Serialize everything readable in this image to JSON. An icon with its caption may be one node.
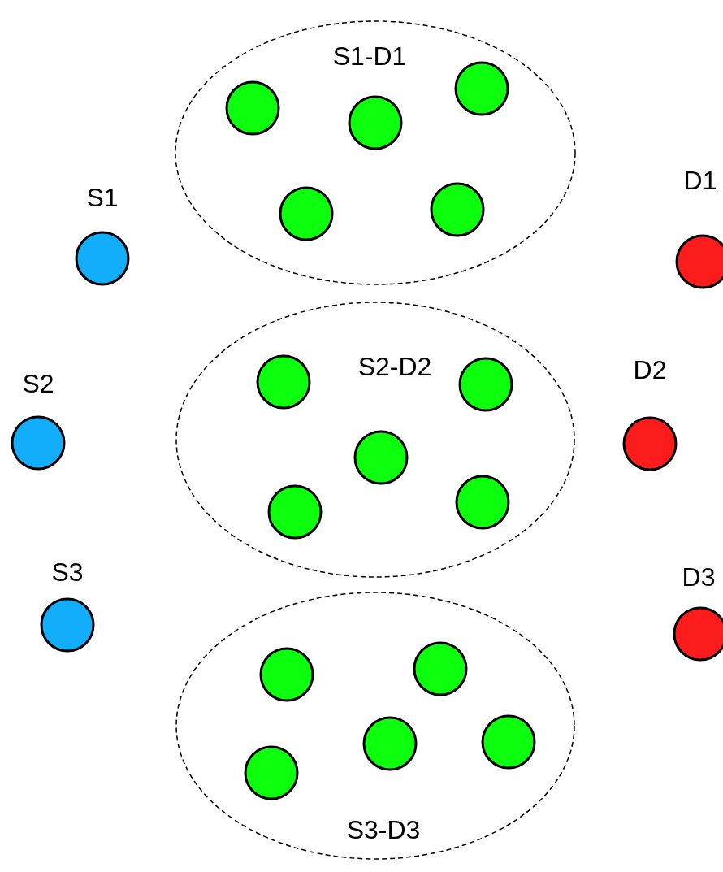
{
  "diagram": {
    "nodes": [
      {
        "text": [
          "S1-D1"
        ]
      },
      {
        "text": [],
        "shape": "circle",
        "in": 0
      },
      {
        "text": [],
        "shape": "circle",
        "in": 0
      },
      {
        "text": [],
        "shape": "circle",
        "in": 0
      },
      {
        "text": [],
        "shape": "circle",
        "in": 0
      },
      {
        "text": [],
        "shape": "circle",
        "in": 0
      },
      {
        "text": [
          "S1"
        ]
      },
      {
        "text": [
          "D1"
        ]
      },
      {
        "text": [
          "S2-D2"
        ]
      },
      {
        "text": [],
        "shape": "circle",
        "in": 8
      },
      {
        "text": [],
        "shape": "circle",
        "in": 8
      },
      {
        "text": [],
        "shape": "circle",
        "in": 8
      },
      {
        "text": [],
        "shape": "circle",
        "in": 8
      },
      {
        "text": [],
        "shape": "circle",
        "in": 8
      },
      {
        "text": [
          "S2"
        ]
      },
      {
        "text": [
          "D2"
        ]
      },
      {
        "text": [
          "S3-D3"
        ]
      },
      {
        "text": [],
        "shape": "circle",
        "in": 16
      },
      {
        "text": [],
        "shape": "circle",
        "in": 16
      },
      {
        "text": [],
        "shape": "circle",
        "in": 16
      },
      {
        "text": [],
        "shape": "circle",
        "in": 16
      },
      {
        "text": [],
        "shape": "circle",
        "in": 16
      },
      {
        "text": [
          "S3"
        ]
      },
      {
        "text": [
          "D3"
        ]
      }
    ]
  }
}
